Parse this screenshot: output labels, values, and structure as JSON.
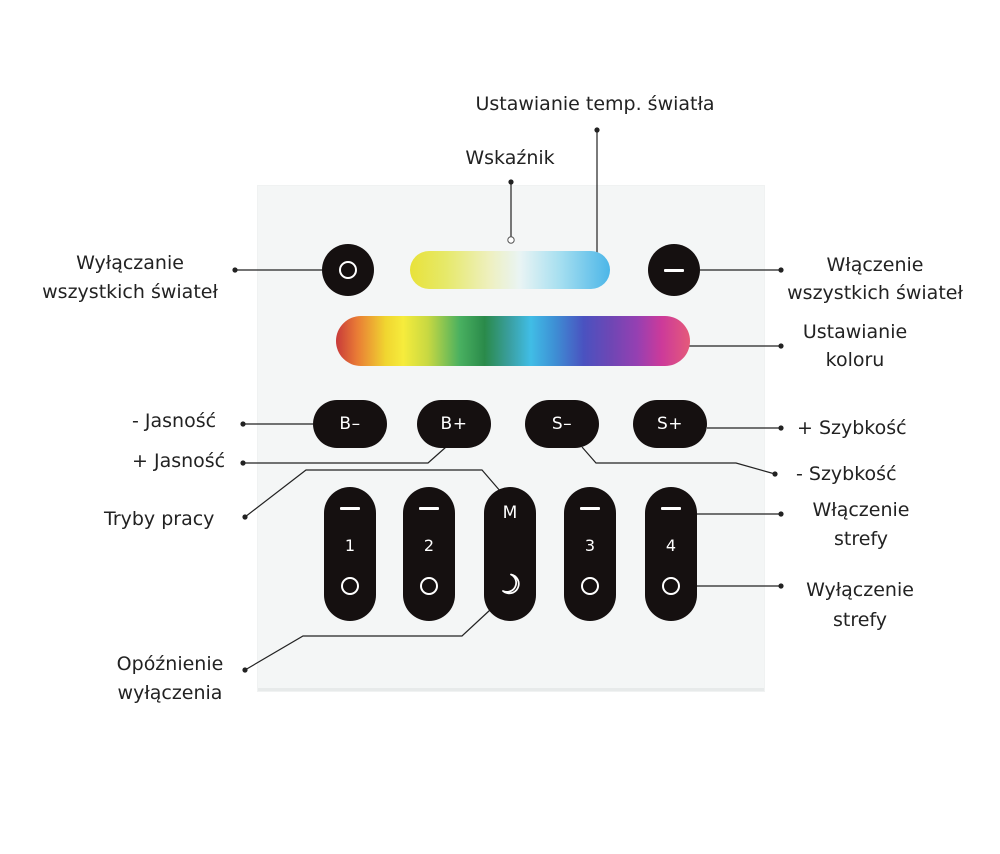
{
  "labels": {
    "temp": "Ustawianie temp. światła",
    "indicator": "Wskaźnik",
    "all_off_1": "Wyłączanie",
    "all_off_2": "wszystkich świateł",
    "all_on_1": "Włączenie",
    "all_on_2": "wszystkich świateł",
    "color_1": "Ustawianie",
    "color_2": "koloru",
    "b_minus": "- Jasność",
    "b_plus": "+ Jasność",
    "s_plus": "+ Szybkość",
    "s_minus": "- Szybkość",
    "modes": "Tryby pracy",
    "zone_on_1": "Włączenie",
    "zone_on_2": "strefy",
    "zone_off_1": "Wyłączenie",
    "zone_off_2": "strefy",
    "delay_1": "Opóźnienie",
    "delay_2": "wyłączenia"
  },
  "buttons": {
    "b_minus": "B–",
    "b_plus": "B+",
    "s_minus": "S–",
    "s_plus": "S+",
    "mode": "M",
    "zones": [
      "1",
      "2",
      "3",
      "4"
    ]
  },
  "icons": {
    "all_off": "ring-icon",
    "all_on": "dash-icon",
    "zone_on": "dash-icon",
    "zone_off": "ring-icon",
    "delay": "crescent-moon-icon"
  },
  "colors": {
    "button": "#151010",
    "panel": "#f4f6f6",
    "line": "#222222",
    "temp_gradient": [
      "#e8e23a",
      "#eef0c0",
      "#e9f4f4",
      "#7fd0ee",
      "#4cb6e8"
    ],
    "color_gradient": [
      "#c83a3a",
      "#f0d530",
      "#f6ec3c",
      "#49b060",
      "#2a8a4a",
      "#40bde6",
      "#4a52c0",
      "#9540b2",
      "#cc3a9a",
      "#e55a7a"
    ]
  }
}
